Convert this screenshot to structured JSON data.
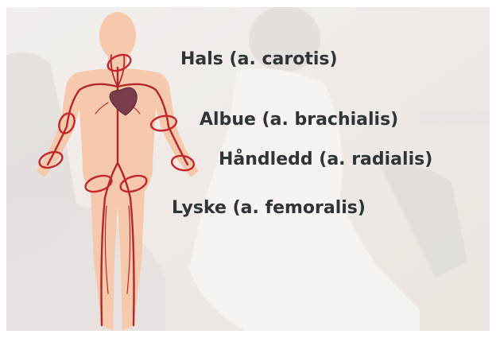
{
  "labels": {
    "neck": "Hals (a. carotis)",
    "elbow": "Albue (a. brachialis)",
    "wrist": "Håndledd (a. radialis)",
    "groin": "Lyske (a. femoralis)"
  },
  "colors": {
    "background": "#f0ebe7",
    "body": "#f6c9ad",
    "artery": "#b4282c",
    "pulse_ring": "#c4262a",
    "heart": "#7a3c4a",
    "text": "#2f3435"
  },
  "icons": {
    "figure": "human-body-circulation",
    "heart": "heart-icon",
    "pulse_point": "pulse-ring-icon"
  }
}
